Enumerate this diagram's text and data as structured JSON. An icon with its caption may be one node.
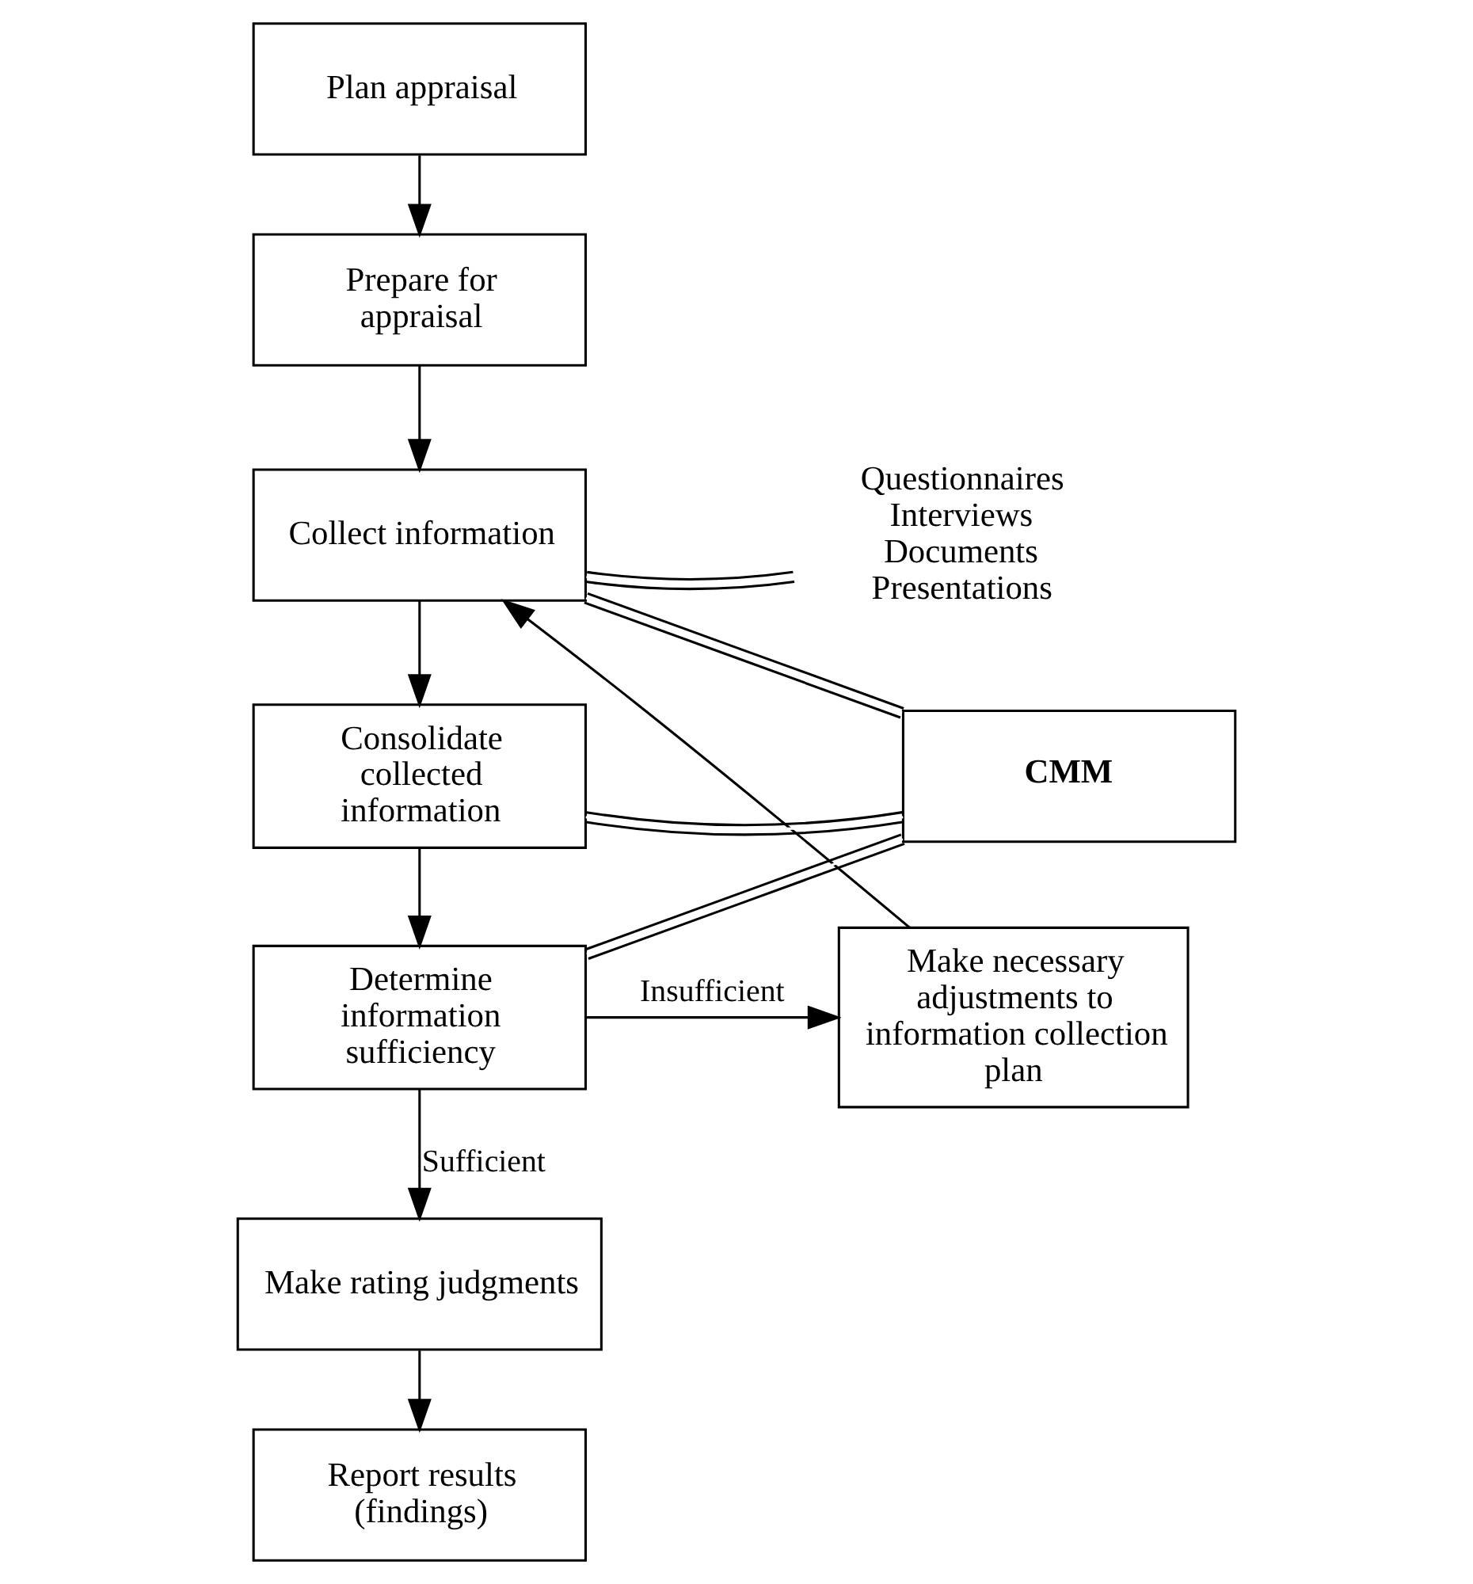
{
  "diagram": {
    "nodes": [
      {
        "text": [
          "Plan appraisal"
        ]
      },
      {
        "text": [
          "Prepare for appraisal"
        ]
      },
      {
        "text": [
          "Collect information"
        ]
      },
      {
        "text": [
          "Consolidate collected information"
        ]
      },
      {
        "text": [
          "Determine information sufficiency"
        ]
      },
      {
        "text": [
          "Make necessary adjustments to information collection plan"
        ]
      },
      {
        "text": [
          "Make rating judgments"
        ]
      },
      {
        "text": [
          "Report results (findings)"
        ]
      },
      {
        "text": [
          "CMM"
        ]
      },
      {
        "text": [
          "Questionnaires",
          "Interviews",
          "Documents",
          "Presentations"
        ]
      }
    ],
    "edges": [
      {
        "from": 0,
        "to": 1,
        "arrow": "to"
      },
      {
        "from": 1,
        "to": 2,
        "arrow": "to"
      },
      {
        "from": 2,
        "to": 3,
        "arrow": "to"
      },
      {
        "from": 3,
        "to": 4,
        "arrow": "to"
      },
      {
        "from": 4,
        "to": 5,
        "arrow": "to",
        "label": "Insufficient"
      },
      {
        "from": 5,
        "to": 2,
        "arrow": "to"
      },
      {
        "from": 4,
        "to": 6,
        "arrow": "to",
        "label": "Sufficient"
      },
      {
        "from": 6,
        "to": 7,
        "arrow": "to"
      },
      {
        "from": 9,
        "to": 2,
        "arrow": "none"
      },
      {
        "from": 8,
        "to": 2,
        "arrow": "none"
      },
      {
        "from": 8,
        "to": 3,
        "arrow": "none"
      },
      {
        "from": 8,
        "to": 4,
        "arrow": "none"
      }
    ]
  }
}
